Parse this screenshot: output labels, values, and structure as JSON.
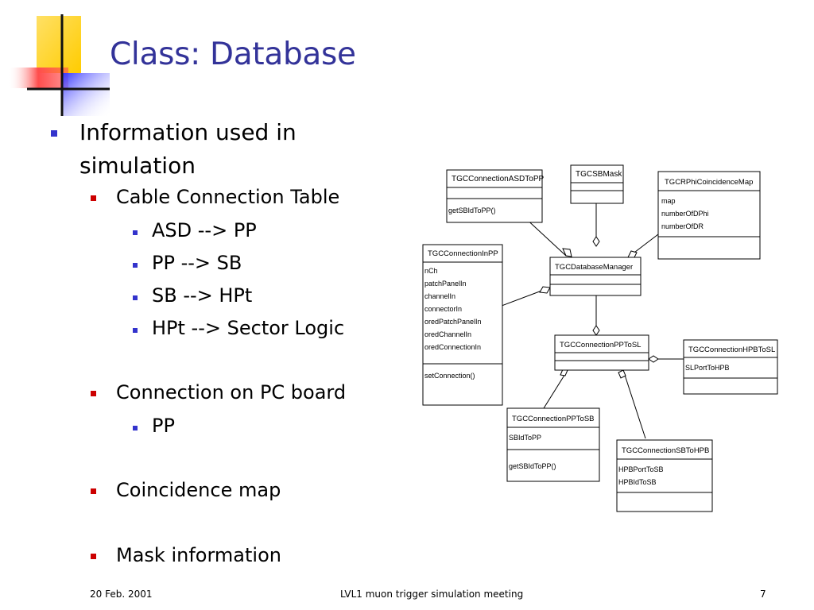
{
  "slide": {
    "title": "Class: Database",
    "bullet": "Information used in simulation",
    "sub_items": [
      {
        "label": "Cable Connection Table",
        "children": [
          "ASD --> PP",
          "PP --> SB",
          "SB --> HPt",
          "HPt --> Sector Logic"
        ]
      },
      {
        "label": "Connection on PC board",
        "children": [
          "PP"
        ]
      },
      {
        "label": "Coincidence map",
        "children": []
      },
      {
        "label": "Mask information",
        "children": []
      }
    ]
  },
  "diagram": {
    "classes": {
      "asd_to_pp": {
        "name": "TGCConnectionASDToPP",
        "attributes": [],
        "methods": [
          "getSBIdToPP()"
        ]
      },
      "sb_mask": {
        "name": "TGCSBMask",
        "attributes": [],
        "methods": []
      },
      "rphi_map": {
        "name": "TGCRPhiCoincidenceMap",
        "attributes": [
          "map",
          "numberOfDPhi",
          "numberOfDR"
        ],
        "methods": []
      },
      "in_pp": {
        "name": "TGCConnectionInPP",
        "attributes": [
          "nCh",
          "patchPanelIn",
          "channelIn",
          "connectorIn",
          "oredPatchPanelIn",
          "oredChannelIn",
          "oredConnectionIn"
        ],
        "methods": [
          "setConnection()"
        ]
      },
      "db_manager": {
        "name": "TGCDatabaseManager",
        "attributes": [],
        "methods": []
      },
      "pp_to_sl": {
        "name": "TGCConnectionPPToSL",
        "attributes": [],
        "methods": []
      },
      "hpb_to_sl": {
        "name": "TGCConnectionHPBToSL",
        "attributes": [
          "SLPortToHPB"
        ],
        "methods": []
      },
      "pp_to_sb": {
        "name": "TGCConnectionPPToSB",
        "attributes": [
          "SBIdToPP"
        ],
        "methods": [
          "getSBIdToPP()"
        ]
      },
      "sb_to_hpb": {
        "name": "TGCConnectionSBToHPB",
        "attributes": [
          "HPBPortToSB",
          "HPBIdToSB"
        ],
        "methods": []
      }
    }
  },
  "footer": {
    "date": "20 Feb. 2001",
    "meeting": "LVL1 muon trigger simulation meeting",
    "page": "7"
  },
  "colors": {
    "title": "#333399",
    "level1_marker": "#3333cc",
    "level2_marker": "#cc0000",
    "logo_yellow": "#ffcc00",
    "logo_red": "#ff4444",
    "logo_blue": "#4444ff"
  }
}
